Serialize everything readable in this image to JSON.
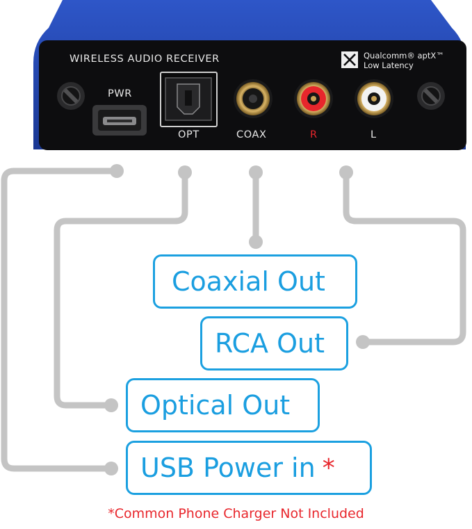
{
  "device": {
    "title": "WIRELESS AUDIO RECEIVER",
    "brand_line1": "Qualcomm® aptX™",
    "brand_line2": "Low Latency",
    "ports": {
      "pwr": "PWR",
      "opt": "OPT",
      "coax": "COAX",
      "r": "R",
      "l": "L"
    }
  },
  "callouts": {
    "coaxial": "Coaxial Out",
    "rca": "RCA Out",
    "optical": "Optical Out",
    "usb": "USB Power in",
    "usb_asterisk": "*"
  },
  "note": "*Common Phone Charger Not Included",
  "colors": {
    "callout_blue": "#1ba0e0",
    "note_red": "#e8262c",
    "device_blue": "#1d3fa5",
    "device_black": "#0d0d0f",
    "connector_gray": "#c4c4c4"
  }
}
